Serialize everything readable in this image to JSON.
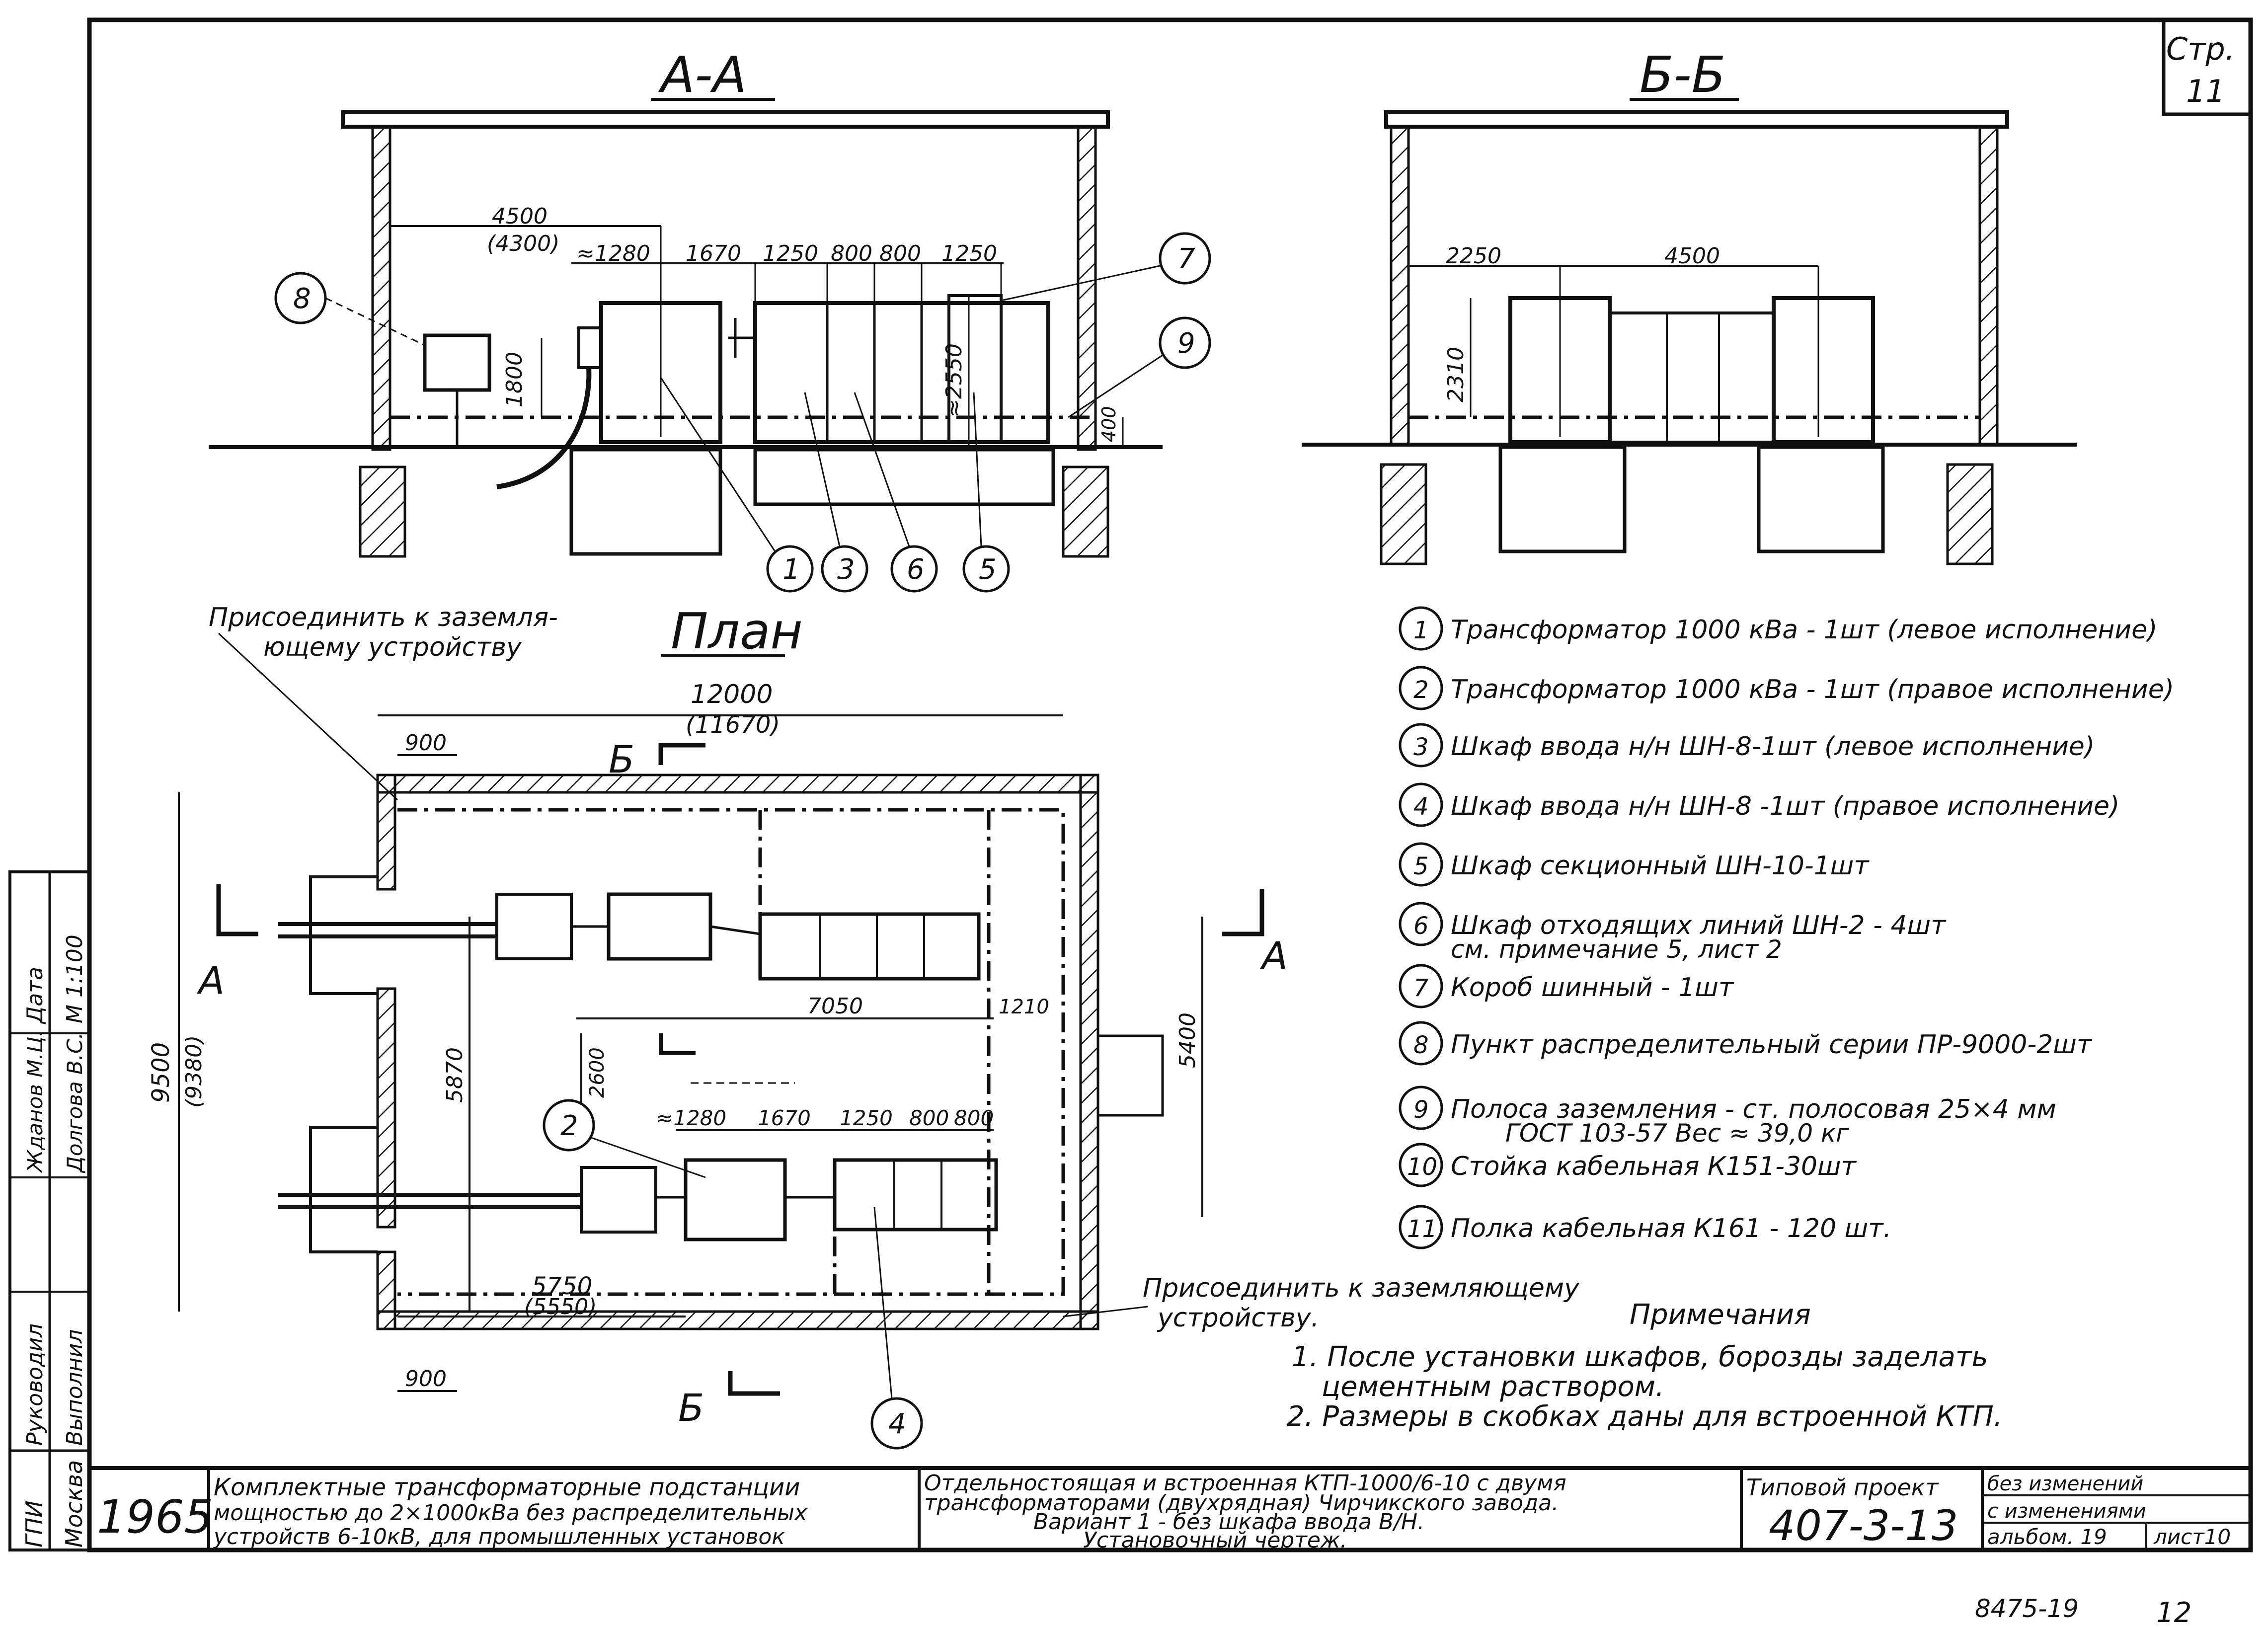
{
  "sheet": {
    "page_label": "Стр.",
    "page_number": "11",
    "bottom_code": "8475-19",
    "bottom_page": "12"
  },
  "views": {
    "section_aa": {
      "title": "А-А",
      "dims": [
        "4500",
        "(4300)",
        "≈1280",
        "1670",
        "1250",
        "800",
        "800",
        "1250",
        "1800",
        "≈2550",
        "400"
      ],
      "callouts": [
        "8",
        "7",
        "9",
        "1",
        "3",
        "6",
        "5"
      ]
    },
    "section_bb": {
      "title": "Б-Б",
      "dims": [
        "2250",
        "4500",
        "2310"
      ]
    },
    "plan": {
      "title": "План",
      "ground_note_top_1": "Присоединить к заземля-",
      "ground_note_top_2": "ющему устройству",
      "ground_note_bottom_1": "Присоединить к заземляющему",
      "ground_note_bottom_2": "устройству.",
      "dims": {
        "length": "12000",
        "length_alt": "(11670)",
        "width": "9500",
        "width_alt": "(9380)",
        "d900_top": "900",
        "d900_bottom": "900",
        "d7050": "7050",
        "d1210": "1210",
        "d5870": "5870",
        "d5400": "5400",
        "d2600": "2600",
        "d1280": "≈1280",
        "d1670": "1670",
        "d1250": "1250",
        "d800a": "800",
        "d800b": "800",
        "d5750": "5750",
        "d5550": "(5550)"
      },
      "section_marks": {
        "a_left": "А",
        "a_right": "А",
        "b_top": "Б",
        "b_bottom": "Б"
      },
      "callouts": [
        "2",
        "4"
      ]
    }
  },
  "legend": [
    {
      "num": "1",
      "text": "Трансформатор 1000 кВа - 1шт (левое исполнение)"
    },
    {
      "num": "2",
      "text": "Трансформатор 1000 кВа - 1шт (правое исполнение)"
    },
    {
      "num": "3",
      "text": "Шкаф ввода н/н ШН-8-1шт (левое исполнение)"
    },
    {
      "num": "4",
      "text": "Шкаф ввода н/н ШН-8 -1шт (правое исполнение)"
    },
    {
      "num": "5",
      "text": "Шкаф секционный ШН-10-1шт"
    },
    {
      "num": "6",
      "text": "Шкаф отходящих линий ШН-2 - 4шт",
      "sub": "см. примечание 5, лист 2"
    },
    {
      "num": "7",
      "text": "Короб шинный - 1шт"
    },
    {
      "num": "8",
      "text": "Пункт распределительный серии ПР-9000-2шт"
    },
    {
      "num": "9",
      "text": "Полоса заземления - ст. полосовая 25×4 мм",
      "sub": "ГОСТ 103-57   Вес ≈ 39,0 кг"
    },
    {
      "num": "10",
      "text": "Стойка кабельная К151-30шт"
    },
    {
      "num": "11",
      "text": "Полка кабельная К161 - 120 шт."
    }
  ],
  "notes": {
    "title": "Примечания",
    "n1a": "1. После установки шкафов, борозды заделать",
    "n1b": "цементным раствором.",
    "n2": "2. Размеры в скобках даны для встроенной КТП."
  },
  "left_strip": {
    "moscow": "Москва",
    "org": "ГПИ",
    "row_heads": [
      "Руководил",
      "Выполнил"
    ],
    "names": [
      "Жданов М.Ц.",
      "Долгова В.С."
    ],
    "col_heads": [
      "Дата",
      "М 1:100"
    ]
  },
  "title_block": {
    "year": "1965",
    "desc_1": "Комплектные трансформаторные подстанции",
    "desc_2": "мощностью до 2×1000кВа без распределительных",
    "desc_3": "устройств 6-10кВ, для промышленных установок",
    "drawing_1": "Отдельностоящая и встроенная КТП-1000/6-10 с двумя",
    "drawing_2": "трансформаторами (двухрядная) Чирчикского завода.",
    "drawing_3": "Вариант 1 - без шкафа ввода В/Н.",
    "drawing_4": "Установочный чертеж.",
    "project_label": "Типовой проект",
    "project_number": "407-3-13",
    "no_changes": "без изменений",
    "with_changes": "с изменениями",
    "album": "альбом. 19",
    "sheet": "лист10"
  }
}
